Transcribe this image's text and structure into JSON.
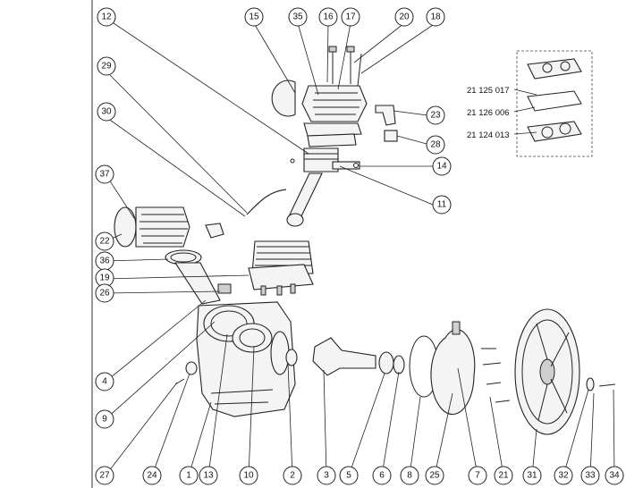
{
  "callouts": [
    {
      "id": "12",
      "label": "12"
    },
    {
      "id": "15",
      "label": "15"
    },
    {
      "id": "35",
      "label": "35"
    },
    {
      "id": "16",
      "label": "16"
    },
    {
      "id": "17",
      "label": "17"
    },
    {
      "id": "20",
      "label": "20"
    },
    {
      "id": "18",
      "label": "18"
    },
    {
      "id": "29",
      "label": "29"
    },
    {
      "id": "30",
      "label": "30"
    },
    {
      "id": "23",
      "label": "23"
    },
    {
      "id": "28",
      "label": "28"
    },
    {
      "id": "14",
      "label": "14"
    },
    {
      "id": "37",
      "label": "37"
    },
    {
      "id": "11",
      "label": "11"
    },
    {
      "id": "22",
      "label": "22"
    },
    {
      "id": "36",
      "label": "36"
    },
    {
      "id": "19",
      "label": "19"
    },
    {
      "id": "26",
      "label": "26"
    },
    {
      "id": "4",
      "label": "4"
    },
    {
      "id": "9",
      "label": "9"
    },
    {
      "id": "27",
      "label": "27"
    },
    {
      "id": "24",
      "label": "24"
    },
    {
      "id": "1",
      "label": "1"
    },
    {
      "id": "13",
      "label": "13"
    },
    {
      "id": "10",
      "label": "10"
    },
    {
      "id": "2",
      "label": "2"
    },
    {
      "id": "3",
      "label": "3"
    },
    {
      "id": "5",
      "label": "5"
    },
    {
      "id": "6",
      "label": "6"
    },
    {
      "id": "8",
      "label": "8"
    },
    {
      "id": "25",
      "label": "25"
    },
    {
      "id": "7",
      "label": "7"
    },
    {
      "id": "21",
      "label": "21"
    },
    {
      "id": "31",
      "label": "31"
    },
    {
      "id": "32",
      "label": "32"
    },
    {
      "id": "33",
      "label": "33"
    },
    {
      "id": "34",
      "label": "34"
    }
  ],
  "inset": {
    "labels": [
      "21 125 017",
      "21 126 006",
      "21 124 013"
    ]
  }
}
